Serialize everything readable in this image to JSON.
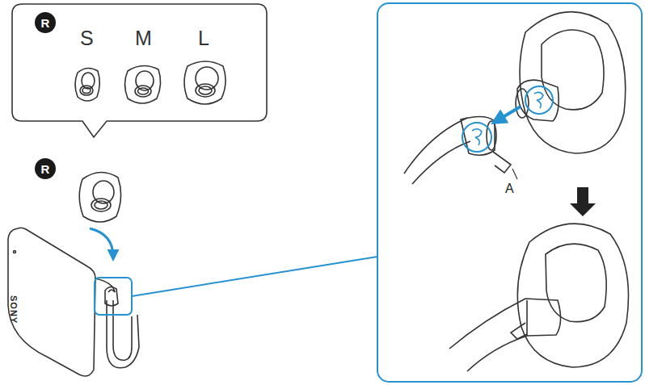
{
  "diagram": {
    "nodes": [
      {
        "text": [
          "S",
          "M",
          "L"
        ]
      },
      {
        "text": [
          "R"
        ],
        "in": 0
      },
      {
        "text": [
          "R"
        ]
      }
    ],
    "labels": [
      "A",
      "SONY"
    ]
  }
}
